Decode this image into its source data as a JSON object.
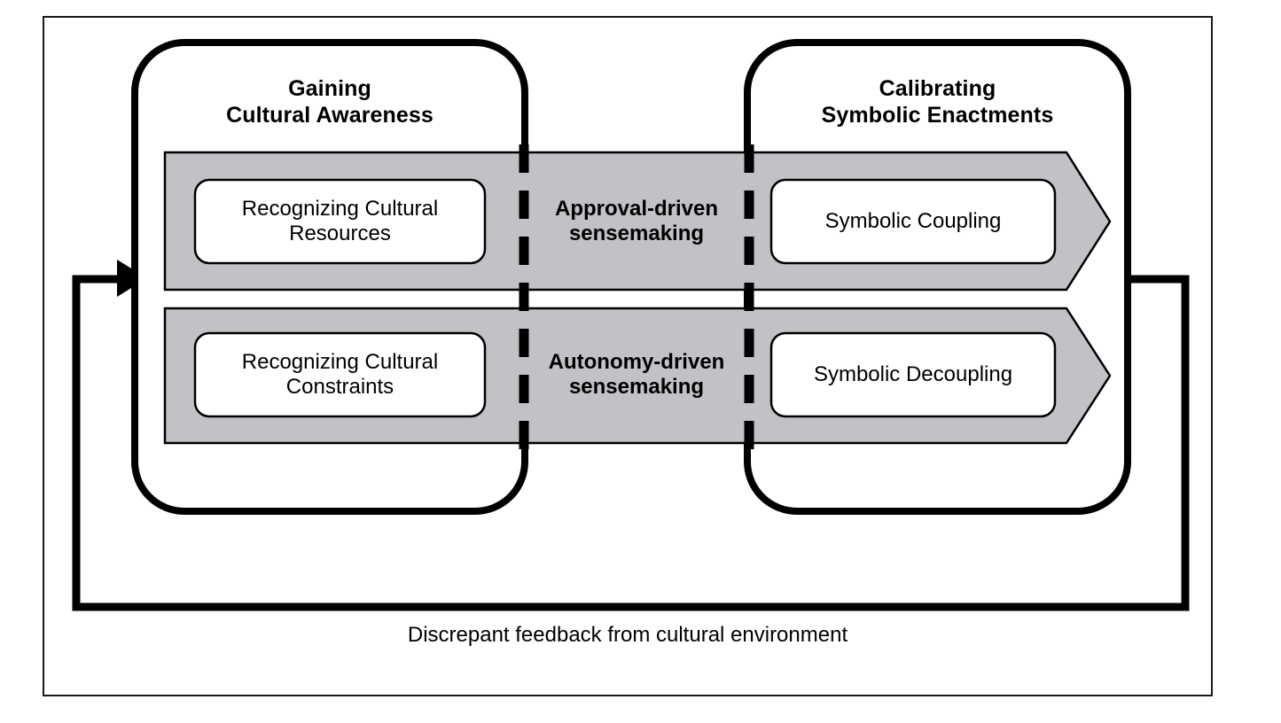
{
  "diagram": {
    "title_left": "Gaining\nCultural Awareness",
    "title_right": "Calibrating\nSymbolic Enactments",
    "caption": "Discrepant feedback from cultural environment",
    "colors": {
      "band_fill": "#c0c2c6",
      "stroke": "#000000",
      "frame": "#1a1a1a",
      "node_fill": "#ffffff",
      "page": "#ffffff"
    },
    "rows": [
      {
        "left_node": "Recognizing Cultural\nResources",
        "middle_label": "Approval-driven\nsensemaking",
        "right_node": "Symbolic Coupling"
      },
      {
        "left_node": "Recognizing Cultural\nConstraints",
        "middle_label": "Autonomy-driven\nsensemaking",
        "right_node": "Symbolic Decoupling"
      }
    ],
    "feedback_arrow_direction": "right"
  }
}
